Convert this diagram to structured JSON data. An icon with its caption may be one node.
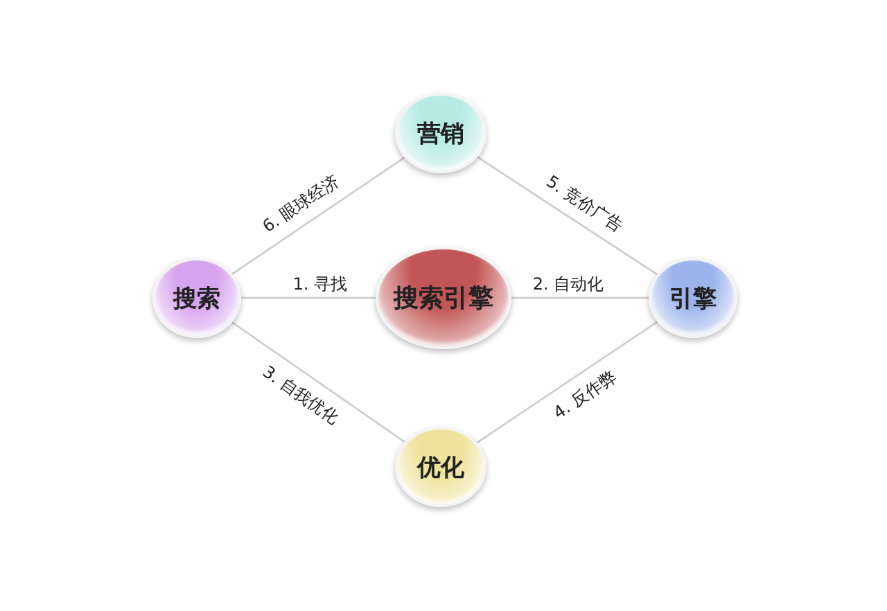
{
  "diagram": {
    "nodes": [
      {
        "text": [
          "营销"
        ]
      },
      {
        "text": [
          "搜索"
        ]
      },
      {
        "text": [
          "搜索引擎"
        ]
      },
      {
        "text": [
          "引擎"
        ]
      },
      {
        "text": [
          "优化"
        ]
      }
    ],
    "edges": [
      {
        "from": 1,
        "to": 2,
        "arrow": "none",
        "label": "1. 寻找"
      },
      {
        "from": 2,
        "to": 3,
        "arrow": "none",
        "label": "2. 自动化"
      },
      {
        "from": 1,
        "to": 4,
        "arrow": "none",
        "label": "3. 自我优化"
      },
      {
        "from": 4,
        "to": 3,
        "arrow": "none",
        "label": "4. 反作弊"
      },
      {
        "from": 0,
        "to": 3,
        "arrow": "none",
        "label": "5. 竞价广告"
      },
      {
        "from": 1,
        "to": 0,
        "arrow": "none",
        "label": "6. 眼球经济"
      }
    ]
  }
}
